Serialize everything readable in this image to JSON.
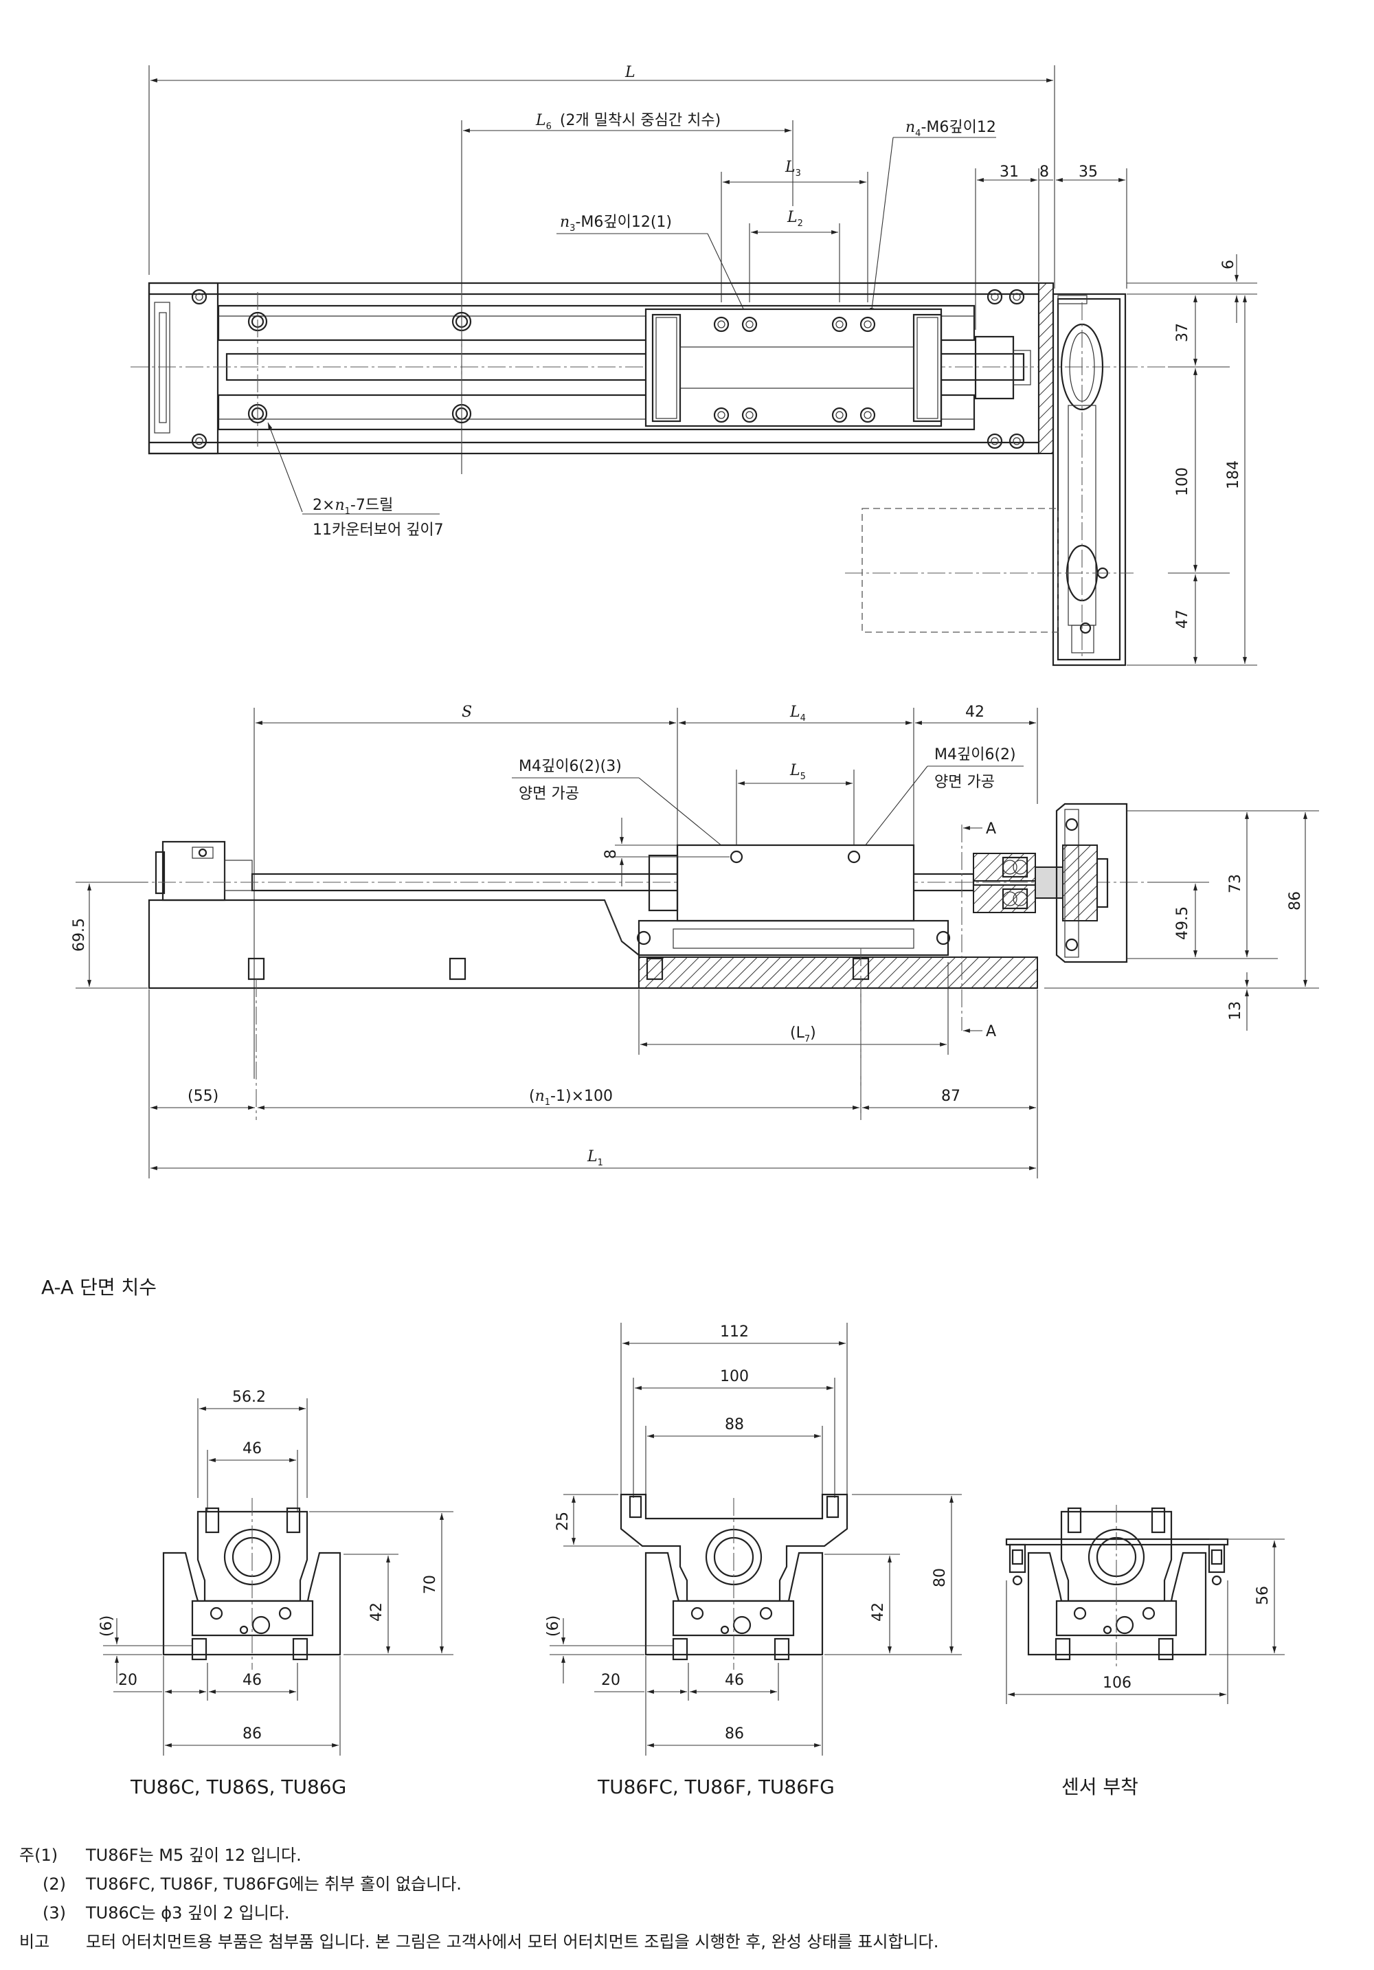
{
  "top_view": {
    "dim_L": "L",
    "dim_L6": "L",
    "dim_L6_sub": "6",
    "dim_L6_note": "(2개 밀착시 중심간 치수)",
    "dim_L3": "L",
    "dim_L3_sub": "3",
    "dim_L2": "L",
    "dim_L2_sub": "2",
    "n4_label": "n",
    "n4_sub": "4",
    "n4_spec": "-M6깊이12",
    "n3_label": "n",
    "n3_sub": "3",
    "n3_spec": "-M6깊이12(1)",
    "dim_31": "31",
    "dim_8": "8",
    "dim_35": "35",
    "dim_6": "6",
    "dim_37": "37",
    "dim_100": "100",
    "dim_184": "184",
    "dim_47": "47",
    "drill_line1_pre": "2×",
    "drill_line1_n": "n",
    "drill_line1_sub": "1",
    "drill_line1_post": "-7드릴",
    "drill_line2": "11카운터보어 깊이7"
  },
  "side_view": {
    "dim_S": "S",
    "dim_L4": "L",
    "dim_L4_sub": "4",
    "dim_42": "42",
    "dim_L5": "L",
    "dim_L5_sub": "5",
    "m4_left_line1": "M4깊이6(2)(3)",
    "m4_left_line2": "양면 가공",
    "m4_right_line1": "M4깊이6(2)",
    "m4_right_line2": "양면 가공",
    "dim_8": "8",
    "dim_69_5": "69.5",
    "dim_73": "73",
    "dim_86": "86",
    "dim_49_5": "49.5",
    "dim_13": "13",
    "section_A_top": "A",
    "section_A_bottom": "A",
    "dim_L7": "(L",
    "dim_L7_sub": "7",
    "dim_L7_close": ")",
    "dim_55": "(55)",
    "dim_pitch_open": "(",
    "dim_pitch_n": "n",
    "dim_pitch_sub": "1",
    "dim_pitch_close": "-1)×100",
    "dim_87": "87",
    "dim_L1": "L",
    "dim_L1_sub": "1"
  },
  "section_title": "A-A 단면 치수",
  "sections": [
    {
      "caption": "TU86C, TU86S, TU86G",
      "dims": {
        "w_top": "56.2",
        "w_holes": "46",
        "h_total": "70",
        "h_rail": "42",
        "h_base": "(6)",
        "offset": "20",
        "pitch": "46",
        "width": "86"
      }
    },
    {
      "caption": "TU86FC, TU86F, TU86FG",
      "dims": {
        "w_112": "112",
        "w_100": "100",
        "w_88": "88",
        "h_25": "25",
        "h_80": "80",
        "h_rail": "42",
        "h_base": "(6)",
        "offset": "20",
        "pitch": "46",
        "width": "86"
      }
    },
    {
      "caption": "센서 부착",
      "dims": {
        "h_56": "56",
        "width": "106"
      }
    }
  ],
  "notes": [
    {
      "mark": "주(1)",
      "text": "TU86F는 M5 깊이 12 입니다."
    },
    {
      "mark": "(2)",
      "text": "TU86FC, TU86F, TU86FG에는 취부 홀이 없습니다."
    },
    {
      "mark": "(3)",
      "text": "TU86C는 ϕ3 깊이 2 입니다."
    },
    {
      "mark": "비고",
      "text": "모터 어터치먼트용 부품은 첨부품 입니다. 본 그림은 고객사에서 모터 어터치먼트 조립을 시행한 후, 완성 상태를 표시합니다."
    }
  ]
}
